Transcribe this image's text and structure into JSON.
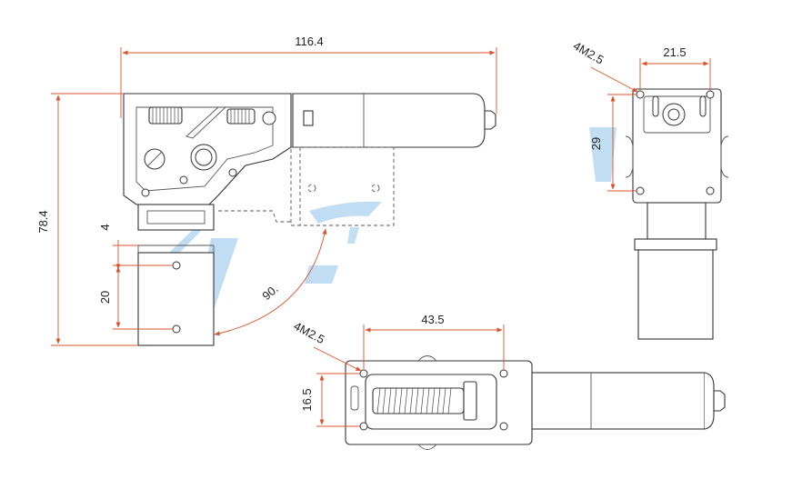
{
  "drawing": {
    "colors": {
      "dimension_line": "#d9532c",
      "outline": "#333333",
      "watermark": "#8fc3ea"
    },
    "side_view": {
      "overall_length": "116.4",
      "overall_height": "78.4",
      "upper_offset": "4",
      "hole_spacing": "20",
      "swing_angle": "90."
    },
    "end_view": {
      "hole_label": "4M2.5",
      "hole_spacing_horizontal": "21.5",
      "hole_spacing_vertical": "29"
    },
    "bottom_view": {
      "hole_label": "4M2.5",
      "hole_spacing_horizontal": "43.5",
      "hole_spacing_vertical": "16.5"
    }
  }
}
